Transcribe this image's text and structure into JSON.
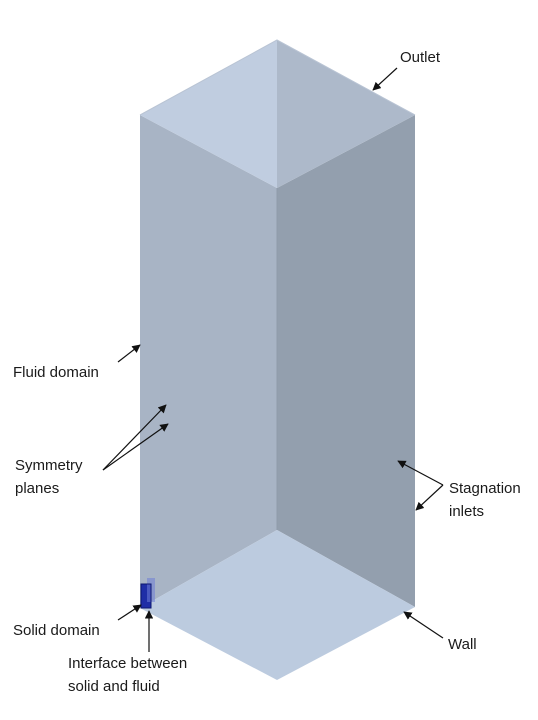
{
  "labels": {
    "outlet": "Outlet",
    "fluid_domain": "Fluid domain",
    "symmetry_planes": [
      "Symmetry",
      "planes"
    ],
    "stagnation_inlets": [
      "Stagnation",
      "inlets"
    ],
    "solid_domain": "Solid domain",
    "interface": [
      "Interface between",
      "solid and fluid"
    ],
    "wall": "Wall"
  },
  "colors": {
    "top_face_left": "#c0cde0",
    "top_face_right": "#adb9ca",
    "left_face": "#a8b4c5",
    "right_face": "#939fae",
    "bottom_face": "#bccbdf",
    "solid_block": "#1f2ea6",
    "arrow": "#111111"
  }
}
